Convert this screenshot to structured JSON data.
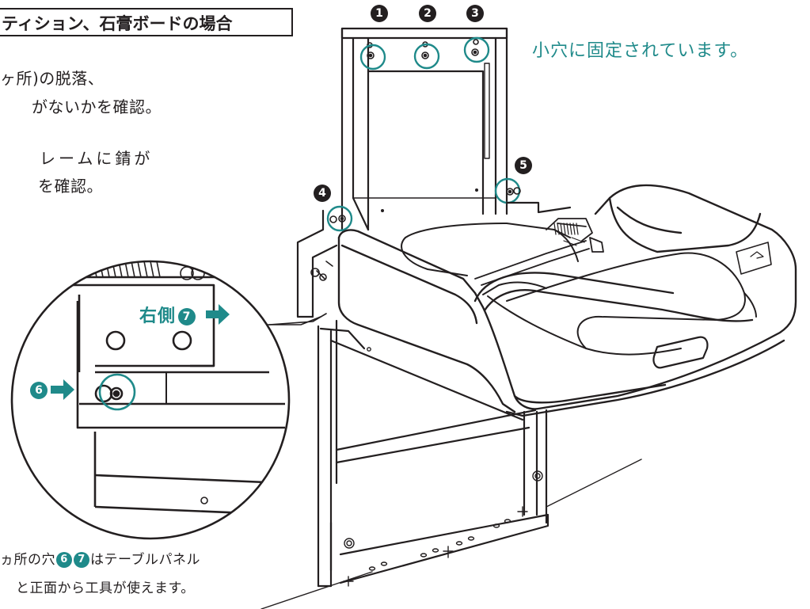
{
  "title": "ティション、石膏ボードの場合",
  "left_text": {
    "line1": "ヶ所)の脱落、",
    "line2": "がないかを確認。",
    "line3": "レームに錆が",
    "line4": "を確認。"
  },
  "callout_note": "小穴に固定されています。",
  "markers": {
    "m1": "1",
    "m2": "2",
    "m3": "3",
    "m4": "4",
    "m5": "5",
    "m6": "6",
    "m7": "7"
  },
  "right_side_label": "右側",
  "bottom_text": {
    "line1_pre": "ヵ所の穴",
    "line1_post": "はテーブルパネル",
    "line2": "と正面から工具が使えます。"
  },
  "colors": {
    "accent": "#1f8a8a",
    "ink": "#231f20",
    "background": "#ffffff"
  },
  "icons": {
    "arrow": "right-arrow-icon",
    "screw": "screw-hole-icon"
  }
}
